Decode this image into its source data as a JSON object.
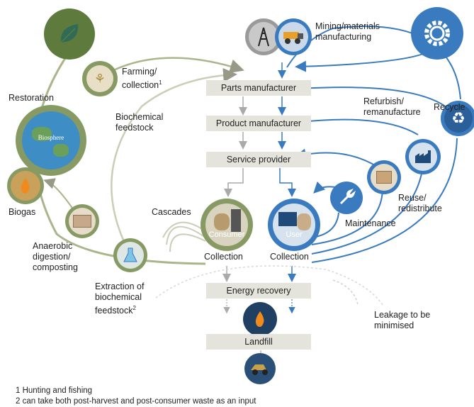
{
  "colors": {
    "green": "#889a64",
    "blue": "#3a7bbf",
    "box_bg": "#e4e4dc",
    "dark_green": "#5e7a3c"
  },
  "boxes": {
    "parts": "Parts manufacturer",
    "product": "Product manufacturer",
    "service": "Service provider",
    "energy": "Energy recovery",
    "landfill": "Landfill"
  },
  "labels": {
    "mining": "Mining/materials",
    "mining2": "manufacturing",
    "farming": "Farming/",
    "farming2": "collection",
    "farming_sup": "1",
    "restoration": "Restoration",
    "biochem": "Biochemical",
    "biochem2": "feedstock",
    "biogas": "Biogas",
    "cascades": "Cascades",
    "anaerobic1": "Anaerobic",
    "anaerobic2": "digestion/",
    "anaerobic3": "composting",
    "extraction1": "Extraction of",
    "extraction2": "biochemical",
    "extraction3": "feedstock",
    "extraction_sup": "2",
    "collection_left": "Collection",
    "collection_right": "Collection",
    "consumer": "Consumer",
    "user": "User",
    "recycle": "Recycle",
    "refurbish1": "Refurbish/",
    "refurbish2": "remanufacture",
    "reuse1": "Reuse/",
    "reuse2": "redistribute",
    "maintenance": "Maintenance",
    "leakage1": "Leakage to be",
    "leakage2": "minimised",
    "biosphere": "Biosphere"
  },
  "footnotes": {
    "n1": "1 Hunting and fishing",
    "n2": "2 can take both post-harvest and post-consumer waste as an input"
  },
  "icons": [
    "leaf-icon",
    "wheat-icon",
    "globe-icon",
    "flame-icon",
    "compost-icon",
    "flask-icon",
    "oil-rig-icon",
    "truck-icon",
    "gear-icon",
    "recycle-icon",
    "factory-icon",
    "box-icon",
    "wrench-icon",
    "consumer-icon",
    "user-monitor-icon",
    "landfill-truck-icon"
  ]
}
